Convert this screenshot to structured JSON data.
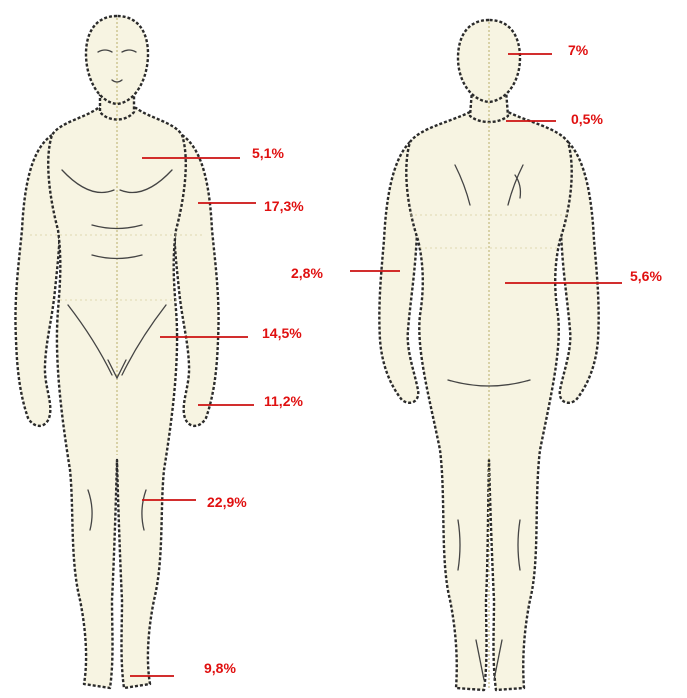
{
  "figures": {
    "front": {
      "labels": {
        "chest": "5,1%",
        "arm": "17,3%",
        "abdomen": "14,5%",
        "hand": "11,2%",
        "leg": "22,9%",
        "foot": "9,8%"
      }
    },
    "back": {
      "labels": {
        "head": "7%",
        "neck": "0,5%",
        "forearm": "2,8%",
        "back": "5,6%"
      }
    }
  },
  "colors": {
    "label": "#e01010",
    "skin": "#f7f4e2",
    "outline": "#2b2b2b"
  }
}
